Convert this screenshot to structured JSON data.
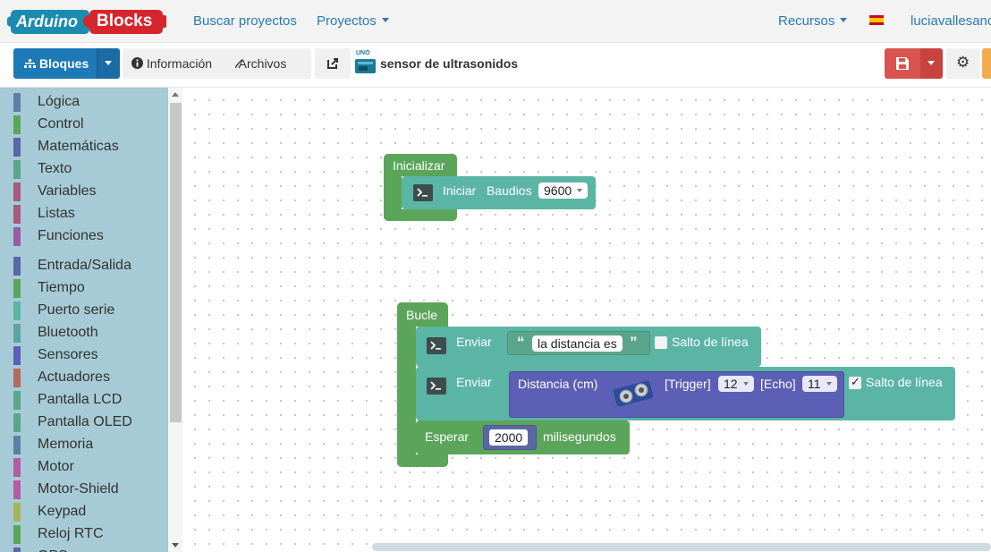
{
  "navbar": {
    "logo_text_1": "Arduino",
    "logo_text_2": "Blocks",
    "search_projects": "Buscar proyectos",
    "projects": "Proyectos",
    "resources": "Recursos",
    "user": "luciavallesanchez"
  },
  "toolbar": {
    "blocks": "Bloques",
    "info": "Información",
    "files": "Archivos",
    "board_label": "UNO",
    "project_title": "sensor de ultrasonidos"
  },
  "categories": [
    {
      "label": "Lógica",
      "color": "#5b80a5"
    },
    {
      "label": "Control",
      "color": "#5ba55b"
    },
    {
      "label": "Matemáticas",
      "color": "#5b67a5"
    },
    {
      "label": "Texto",
      "color": "#5ba58c"
    },
    {
      "label": "Variables",
      "color": "#a55b80"
    },
    {
      "label": "Listas",
      "color": "#a55b80"
    },
    {
      "label": "Funciones",
      "color": "#995ba5"
    },
    {
      "label": "Entrada/Salida",
      "color": "#5b67a5"
    },
    {
      "label": "Tiempo",
      "color": "#5ba55b"
    },
    {
      "label": "Puerto serie",
      "color": "#5bb5a5"
    },
    {
      "label": "Bluetooth",
      "color": "#5ba5a5"
    },
    {
      "label": "Sensores",
      "color": "#5b5fb5"
    },
    {
      "label": "Actuadores",
      "color": "#b56b5b"
    },
    {
      "label": "Pantalla LCD",
      "color": "#5ba58c"
    },
    {
      "label": "Pantalla OLED",
      "color": "#5ba58c"
    },
    {
      "label": "Memoria",
      "color": "#5b80a5"
    },
    {
      "label": "Motor",
      "color": "#b55ba5"
    },
    {
      "label": "Motor-Shield",
      "color": "#b55ba5"
    },
    {
      "label": "Keypad",
      "color": "#a5b55b"
    },
    {
      "label": "Reloj RTC",
      "color": "#5ba55b"
    },
    {
      "label": "GPS",
      "color": "#5b67a5"
    }
  ],
  "blocks": {
    "init_label": "Inicializar",
    "serial_begin": "Iniciar",
    "baud_label": "Baudios",
    "baud_value": "9600",
    "loop_label": "Bucle",
    "send_label": "Enviar",
    "send_text": "la distancia es",
    "newline_label": "Salto de línea",
    "newline_checked_1": false,
    "newline_checked_2": true,
    "check_mark": "✓",
    "distance_label": "Distancia (cm)",
    "trigger_label": "[Trigger]",
    "trigger_value": "12",
    "echo_label": "[Echo]",
    "echo_value": "11",
    "wait_label": "Esperar",
    "wait_value": "2000",
    "ms_label": "milisegundos"
  }
}
